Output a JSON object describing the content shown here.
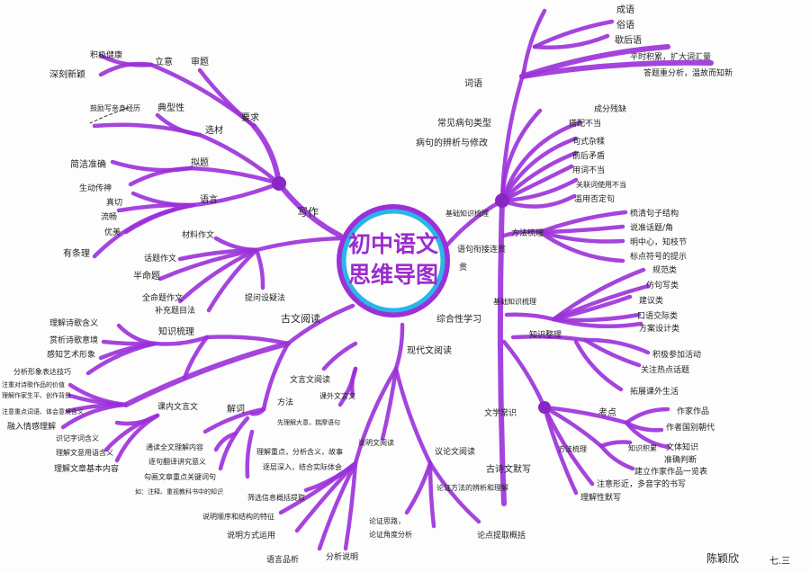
{
  "colors": {
    "branch": "#9b30d9",
    "ring_outer": "#9b30d9",
    "ring_inner": "#29b6e8",
    "ink": "#222222"
  },
  "center": {
    "line1": "初中语文",
    "line2": "思维导图"
  },
  "writing": {
    "title": "写作",
    "requirements": "要求",
    "theme": "立意",
    "healthy": "积极健康",
    "novel": "深刻新颖",
    "review": "审题",
    "material": "选材",
    "typical": "典型性",
    "experience": "鼓励写亲身经历",
    "titling": "拟题",
    "concise": "简洁准确",
    "vivid": "生动传神",
    "language": "语言",
    "sincere": "真切",
    "fluent": "流畅",
    "beautiful": "优美",
    "orderly": "有条理",
    "material_essay": "材料作文",
    "topic_essay": "话题作文",
    "half_title": "半命题",
    "full_title": "全命题作文",
    "fill_title": "补充题目法",
    "question_method": "提问设疑法"
  },
  "classical": {
    "title": "古文阅读",
    "knowledge": "知识梳理",
    "poem_meaning": "理解诗歌含义",
    "poem_mood": "赏析诗歌意境",
    "art_image": "感知艺术形象",
    "technique": "分析形象表达技巧",
    "in_class": "课内文言文",
    "value": "注重对诗歌作品的价值",
    "author": "理解作家生平、创作背景",
    "keywords": "注意重点词语、体会意境含义",
    "emotion": "融入情感理解",
    "memorize": "识记字词含义",
    "sentence": "理解文意用语含义",
    "content": "理解文章基本内容",
    "explain": "解词",
    "whole": "通读全文理解内容",
    "translate": "逐句翻译讲究意义",
    "mark": "勾画文章重点关键词句",
    "notes": "如：注释、重视教科书中的知识",
    "method": "方法",
    "grasp": "先理解大意，揣摩语句",
    "analyze": "理解重点，分析含义，故事",
    "deepen": "逐层深入，结合实际体会",
    "reading": "文言文阅读",
    "extra": "课外文言文"
  },
  "modern": {
    "title": "现代文阅读",
    "comprehensive": "综合性学习",
    "expository": "说明文阅读",
    "info": "筛选信息概括提取",
    "order": "说明顺序和结构的特征",
    "ways": "说明方式运用",
    "lang": "语言品析",
    "analysis": "分析说明",
    "argument": "议论文阅读",
    "logic1": "论证思路，",
    "logic2": "论证角度分析",
    "methods": "论证方法的辨析和理解",
    "thesis": "论点提取概括"
  },
  "basics": {
    "title": "基础知识梳理",
    "words": "词语",
    "idiom": "成语",
    "proverb": "俗语",
    "xiehouyu": "歇后语",
    "accumulate": "平时积累，扩大词汇量",
    "review": "答题重分析，温故而知新",
    "sick1": "常见病句类型",
    "sick2": "病句的辨析与修改",
    "missing": "成分残缺",
    "mismatch": "搭配不当",
    "mixed": "句式杂糅",
    "contradict": "前后矛盾",
    "misuse": "用词不当",
    "conj": "关联词使用不当",
    "negation": "滥用否定句",
    "coherence1": "语句衔接连贯",
    "coherence2": "贯",
    "method": "方法梳理",
    "structure": "梳清句子结构",
    "topic": "说准话题/角",
    "center": "明中心，知枝节",
    "punct": "标点符号的提示",
    "knowledge": "基础知识梳理",
    "norm": "规范类",
    "imitate": "仿句写类",
    "suggest": "建议类",
    "oral": "口语交际类",
    "plan": "方案设计类",
    "types": "知识整理",
    "activity": "积极参加活动",
    "hot": "关注热点话题",
    "extend": "拓展课外生活",
    "literature": "文学常识",
    "points": "考点",
    "works": "作家作品",
    "country": "作者国别朝代",
    "lit_method": "方法梳理",
    "accum": "知识积累",
    "genre": "文体知识",
    "judge": "准确判断",
    "table": "建立作家作品一览表",
    "spelling": "注意形近，多音字的书写",
    "understand": "理解性默写",
    "dictation": "古诗文默写"
  },
  "signature": {
    "name": "陈颖欣",
    "date": "七.三"
  }
}
